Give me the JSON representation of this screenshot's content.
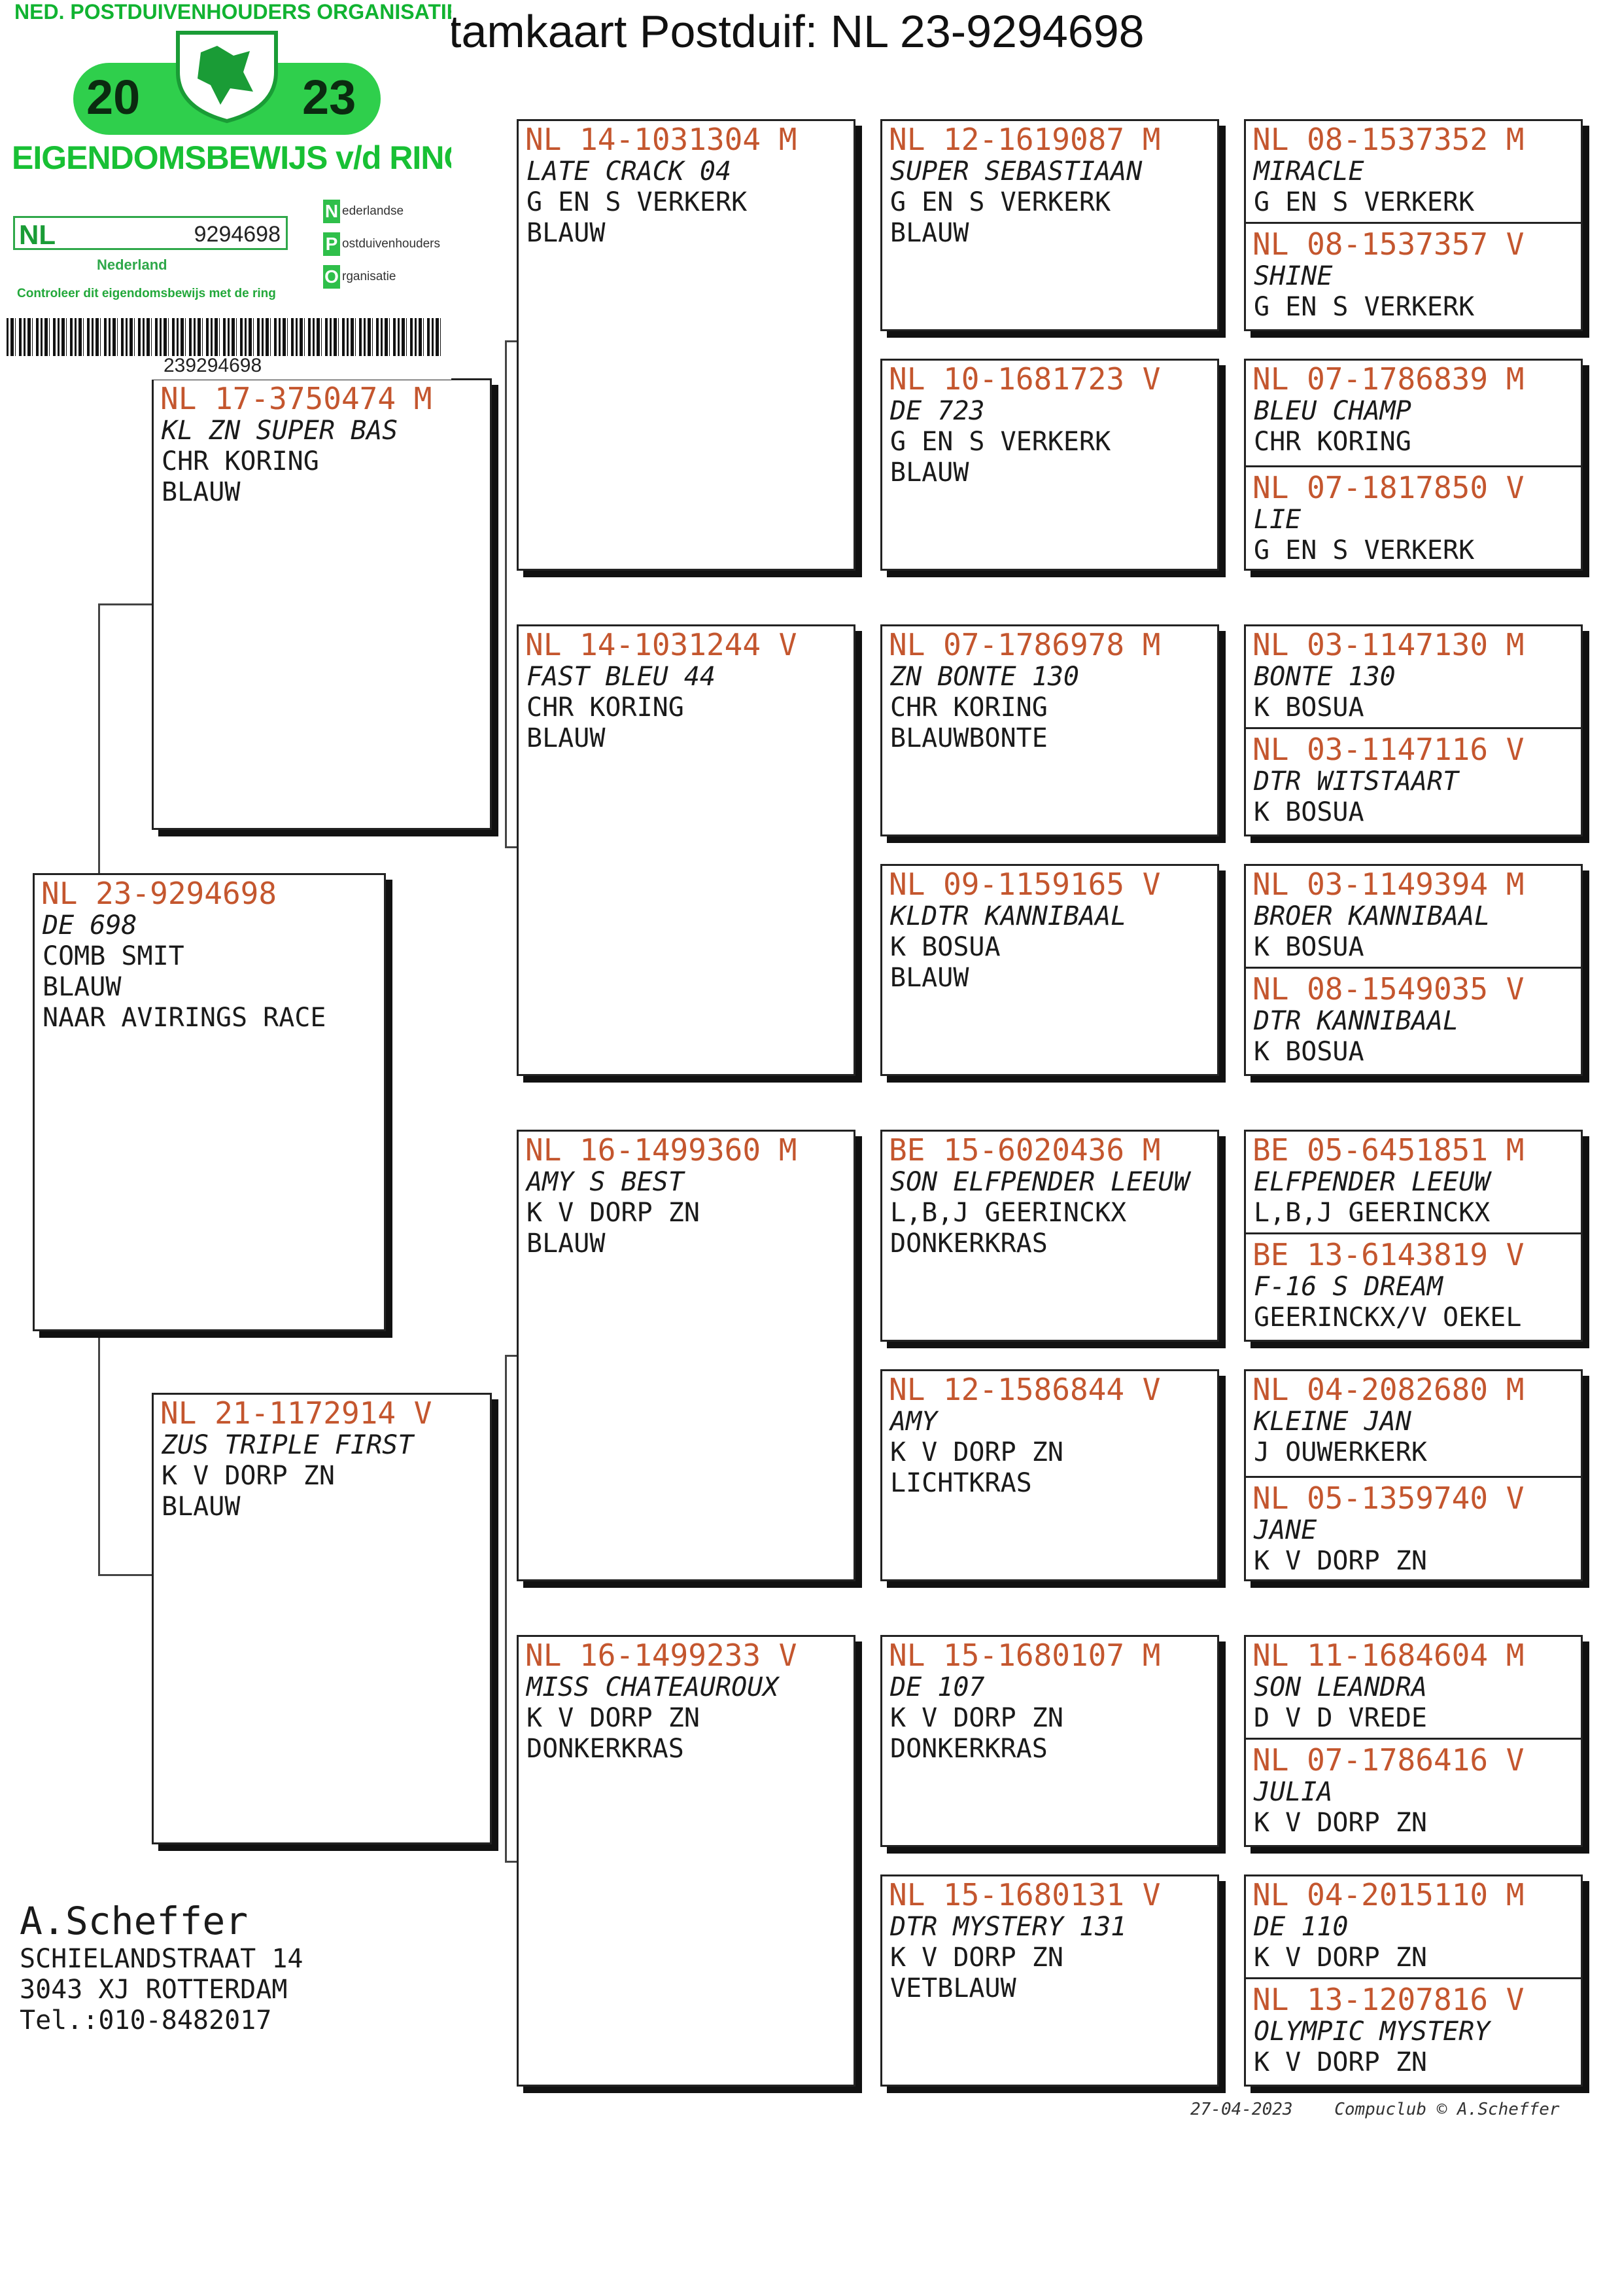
{
  "title": "tamkaart Postduif: NL  23-9294698",
  "certificate": {
    "org": "NED. POSTDUIVENHOUDERS ORGANISATIE",
    "year_left": "20",
    "year_right": "23",
    "title": "EIGENDOMSBEWIJS v/d RING",
    "country_code": "NL",
    "ring_number": "9294698",
    "country_label": "Nederland",
    "npo_n": "N",
    "npo_n_text": "ederlandse",
    "npo_p": "P",
    "npo_p_text": "ostduivenhouders",
    "npo_o": "O",
    "npo_o_text": "rganisatie",
    "control_note": "Controleer dit eigendomsbewijs met de ring",
    "barcode_number": "239294698",
    "colors": {
      "green": "#2fcf4c",
      "dark_green": "#1a9c36"
    }
  },
  "pigeons": {
    "subject": {
      "ring": "NL  23-9294698",
      "name": "DE 698",
      "lines": [
        "COMB SMIT",
        "BLAUW",
        "NAAR AVIRINGS RACE"
      ]
    },
    "sire": {
      "ring": "NL  17-3750474 M",
      "name": "KL ZN SUPER BAS",
      "lines": [
        "CHR KORING",
        "BLAUW"
      ]
    },
    "dam": {
      "ring": "NL  21-1172914 V",
      "name": "ZUS TRIPLE FIRST",
      "lines": [
        "K V DORP ZN",
        "BLAUW"
      ]
    },
    "gen2": [
      {
        "ring": "NL  14-1031304 M",
        "name": "LATE CRACK 04",
        "lines": [
          "G EN S VERKERK",
          "BLAUW"
        ]
      },
      {
        "ring": "NL  14-1031244 V",
        "name": "FAST BLEU 44",
        "lines": [
          "CHR KORING",
          "BLAUW"
        ]
      },
      {
        "ring": "NL  16-1499360 M",
        "name": "AMY S BEST",
        "lines": [
          "K V DORP ZN",
          "BLAUW"
        ]
      },
      {
        "ring": "NL  16-1499233 V",
        "name": "MISS CHATEAUROUX",
        "lines": [
          "K V DORP ZN",
          "DONKERKRAS"
        ]
      }
    ],
    "gen3": [
      {
        "ring": "NL  12-1619087 M",
        "name": "SUPER SEBASTIAAN",
        "lines": [
          "G EN S VERKERK",
          "BLAUW"
        ]
      },
      {
        "ring": "NL  10-1681723 V",
        "name": "DE 723",
        "lines": [
          "G EN S VERKERK",
          "BLAUW"
        ]
      },
      {
        "ring": "NL  07-1786978 M",
        "name": "ZN BONTE 130",
        "lines": [
          "CHR KORING",
          "BLAUWBONTE"
        ]
      },
      {
        "ring": "NL  09-1159165 V",
        "name": "KLDTR KANNIBAAL",
        "lines": [
          "K BOSUA",
          "BLAUW"
        ]
      },
      {
        "ring": "BE  15-6020436 M",
        "name": "SON ELFPENDER LEEUW",
        "lines": [
          "L,B,J GEERINCKX",
          "DONKERKRAS"
        ]
      },
      {
        "ring": "NL  12-1586844 V",
        "name": "AMY",
        "lines": [
          "K V DORP ZN",
          "LICHTKRAS"
        ]
      },
      {
        "ring": "NL  15-1680107 M",
        "name": "DE 107",
        "lines": [
          "K V DORP ZN",
          "DONKERKRAS"
        ]
      },
      {
        "ring": "NL  15-1680131 V",
        "name": "DTR MYSTERY 131",
        "lines": [
          "K V DORP ZN",
          "VETBLAUW"
        ]
      }
    ],
    "gen4": [
      {
        "ring": "NL  08-1537352 M",
        "name": "MIRACLE",
        "lines": [
          "G EN S VERKERK"
        ]
      },
      {
        "ring": "NL  08-1537357 V",
        "name": "SHINE",
        "lines": [
          "G EN S VERKERK"
        ]
      },
      {
        "ring": "NL  07-1786839 M",
        "name": "BLEU CHAMP",
        "lines": [
          "CHR KORING"
        ]
      },
      {
        "ring": "NL  07-1817850 V",
        "name": "LIE",
        "lines": [
          "G EN S VERKERK"
        ]
      },
      {
        "ring": "NL  03-1147130 M",
        "name": "BONTE 130",
        "lines": [
          "K BOSUA"
        ]
      },
      {
        "ring": "NL  03-1147116 V",
        "name": "DTR WITSTAART",
        "lines": [
          "K BOSUA"
        ]
      },
      {
        "ring": "NL  03-1149394 M",
        "name": "BROER KANNIBAAL",
        "lines": [
          "K BOSUA"
        ]
      },
      {
        "ring": "NL  08-1549035 V",
        "name": "DTR KANNIBAAL",
        "lines": [
          "K BOSUA"
        ]
      },
      {
        "ring": "BE  05-6451851 M",
        "name": "ELFPENDER LEEUW",
        "lines": [
          "L,B,J GEERINCKX"
        ]
      },
      {
        "ring": "BE  13-6143819 V",
        "name": "F-16 S DREAM",
        "lines": [
          "GEERINCKX/V OEKEL"
        ]
      },
      {
        "ring": "NL  04-2082680 M",
        "name": "KLEINE JAN",
        "lines": [
          "J OUWERKERK"
        ]
      },
      {
        "ring": "NL  05-1359740 V",
        "name": "JANE",
        "lines": [
          "K V DORP ZN"
        ]
      },
      {
        "ring": "NL  11-1684604 M",
        "name": "SON LEANDRA",
        "lines": [
          "D V D VREDE"
        ]
      },
      {
        "ring": "NL  07-1786416 V",
        "name": "JULIA",
        "lines": [
          "K V DORP ZN"
        ]
      },
      {
        "ring": "NL  04-2015110 M",
        "name": "DE 110",
        "lines": [
          "K V DORP ZN"
        ]
      },
      {
        "ring": "NL  13-1207816 V",
        "name": "OLYMPIC MYSTERY",
        "lines": [
          "K V DORP ZN"
        ]
      }
    ]
  },
  "owner": {
    "name": "A.Scheffer",
    "street": "SCHIELANDSTRAAT 14",
    "city": "3043 XJ  ROTTERDAM",
    "phone": "Tel.:010-8482017"
  },
  "footer": {
    "date": "27-04-2023",
    "credit": "Compuclub © A.Scheffer"
  },
  "colors": {
    "ring_text": "#c4562e"
  }
}
